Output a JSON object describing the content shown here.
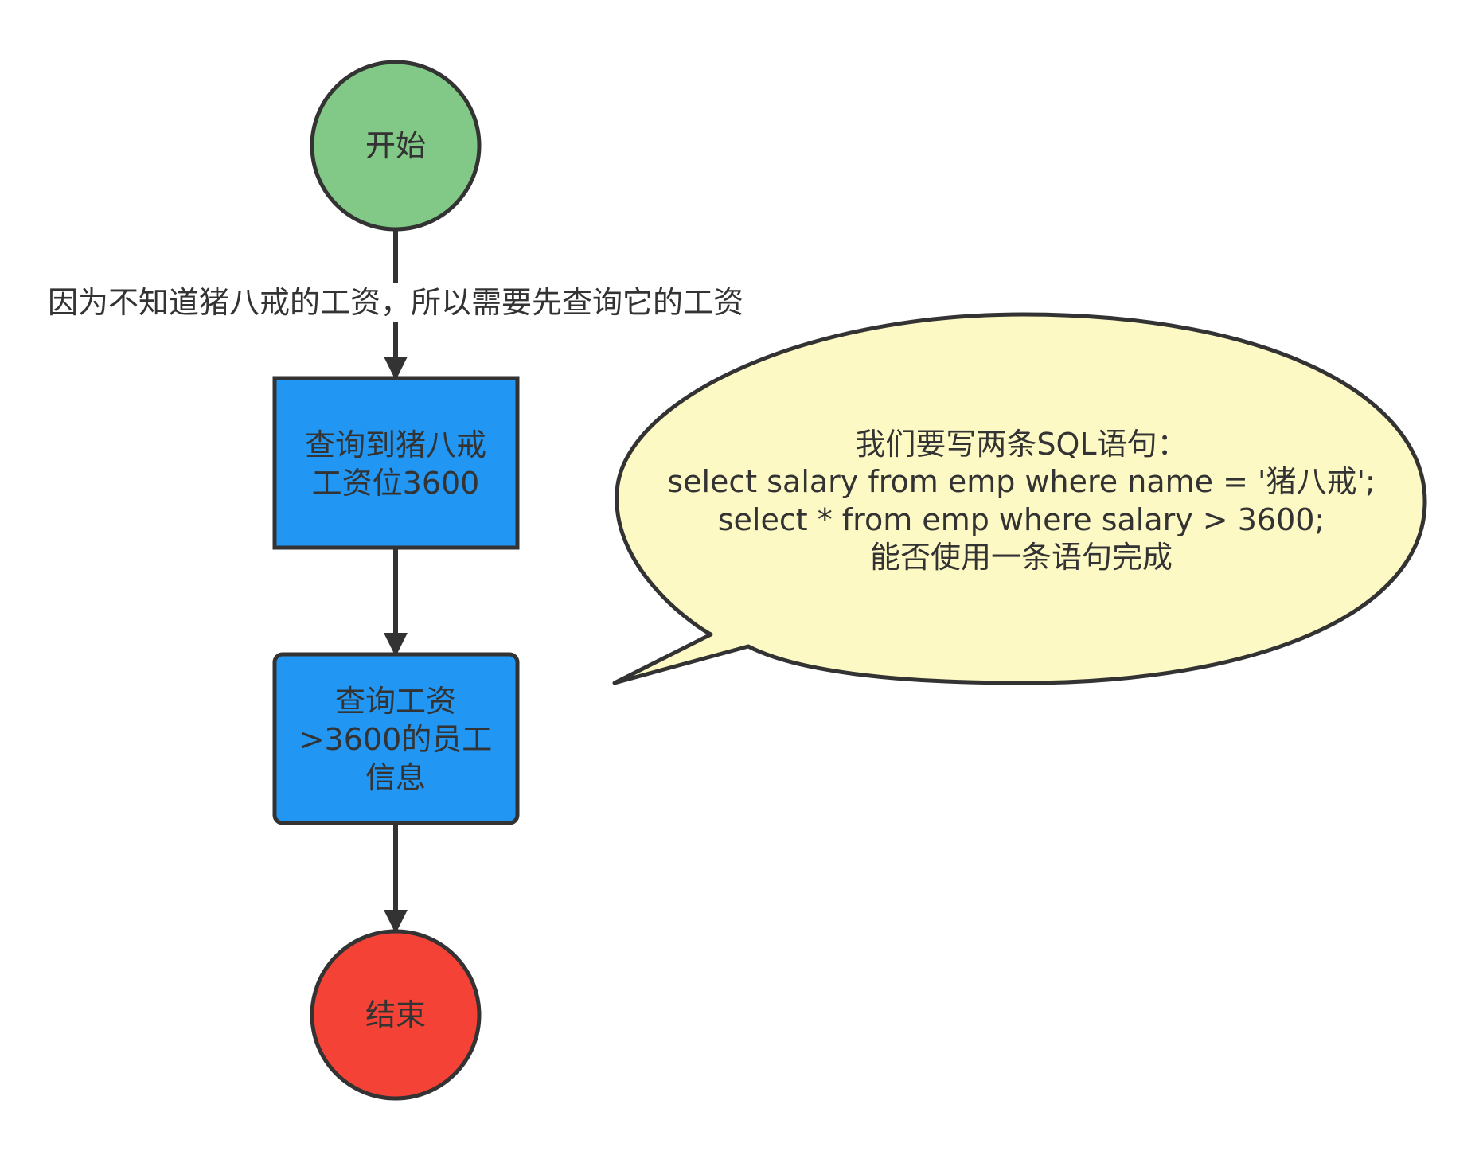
{
  "colors": {
    "start_fill": "#82c887",
    "process_fill": "#2196f3",
    "end_fill": "#f44336",
    "callout_fill": "#fdf9c4",
    "stroke": "#333333",
    "text": "#333333"
  },
  "nodes": {
    "start": {
      "label": "开始"
    },
    "step1": {
      "lines": [
        "查询到猪八戒",
        "工资位3600"
      ]
    },
    "step2": {
      "lines": [
        "查询工资",
        ">3600的员工",
        "信息"
      ]
    },
    "end": {
      "label": "结束"
    }
  },
  "edges": {
    "start_to_step1": {
      "label": "因为不知道猪八戒的工资，所以需要先查询它的工资"
    }
  },
  "callout": {
    "lines": [
      "我们要写两条SQL语句：",
      "select salary from emp where name = '猪八戒';",
      "select * from emp where salary > 3600;",
      "能否使用一条语句完成"
    ]
  }
}
